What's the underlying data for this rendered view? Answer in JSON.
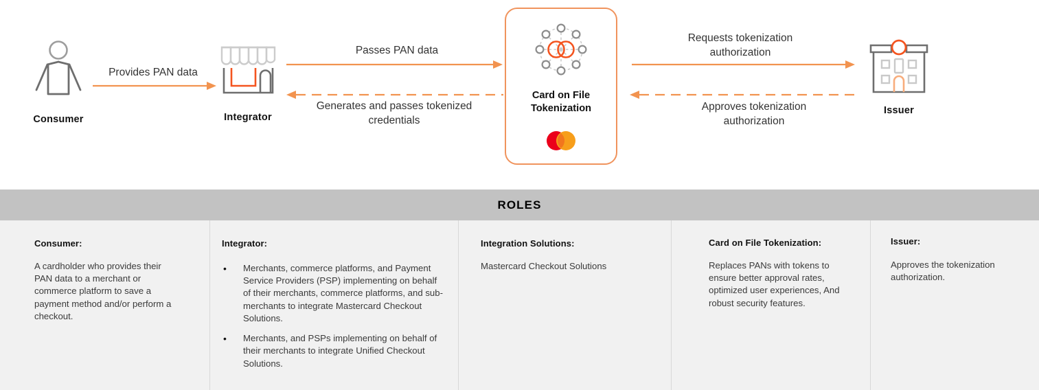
{
  "diagram": {
    "nodes": [
      {
        "id": "consumer",
        "label": "Consumer",
        "icon": "person-icon"
      },
      {
        "id": "integrator",
        "label": "Integrator",
        "icon": "storefront-icon"
      },
      {
        "id": "issuer",
        "label": "Issuer",
        "icon": "bank-building-icon"
      }
    ],
    "center_card": {
      "title_line1": "Card on File",
      "title_line2": "Tokenization",
      "icon": "token-network-icon",
      "logo": "mastercard-logo",
      "border_color": "#f0935c"
    },
    "flows": [
      {
        "id": "provides-pan-data",
        "label": "Provides PAN data",
        "style": "solid",
        "direction": "right"
      },
      {
        "id": "passes-pan-data",
        "label": "Passes PAN data",
        "style": "solid",
        "direction": "right"
      },
      {
        "id": "generates-credentials",
        "label": "Generates and passes tokenized\ncredentials",
        "style": "dashed",
        "direction": "left"
      },
      {
        "id": "requests-tokenization",
        "label": "Requests tokenization\nauthorization",
        "style": "solid",
        "direction": "right"
      },
      {
        "id": "approves-tokenization",
        "label": "Approves tokenization\nauthorization",
        "style": "dashed",
        "direction": "left"
      }
    ]
  },
  "roles": {
    "section_title": "ROLES",
    "bar_color": "#c2c2c2",
    "panel_color": "#f1f1f1",
    "columns": [
      {
        "id": "consumer",
        "heading": "Consumer:",
        "body": "A cardholder who provides their PAN data to a merchant or commerce platform to save a payment method and/or perform a checkout."
      },
      {
        "id": "integrator",
        "heading": "Integrator:",
        "bullets": [
          "Merchants, commerce platforms, and Payment Service Providers (PSP) implementing on behalf of their merchants, commerce platforms, and sub-merchants to integrate Mastercard Checkout Solutions.",
          "Merchants, and PSPs implementing on behalf of their merchants to integrate Unified Checkout Solutions."
        ]
      },
      {
        "id": "integration-solutions",
        "heading": "Integration Solutions:",
        "body": "Mastercard Checkout Solutions"
      },
      {
        "id": "card-on-file-tokenization",
        "heading": "Card on File Tokenization:",
        "body": "Replaces PANs with tokens to ensure better approval rates, optimized user experiences, And robust security features."
      },
      {
        "id": "issuer",
        "heading": "Issuer:",
        "body": "Approves the tokenization authorization."
      }
    ]
  },
  "colors": {
    "accent_orange": "#f2934f",
    "arrow_orange": "#f2934f",
    "icon_gray": "#6e6e6e",
    "icon_light_gray": "#c9c9c9",
    "mastercard_red": "#eb001b",
    "mastercard_orange": "#f79e1b"
  }
}
